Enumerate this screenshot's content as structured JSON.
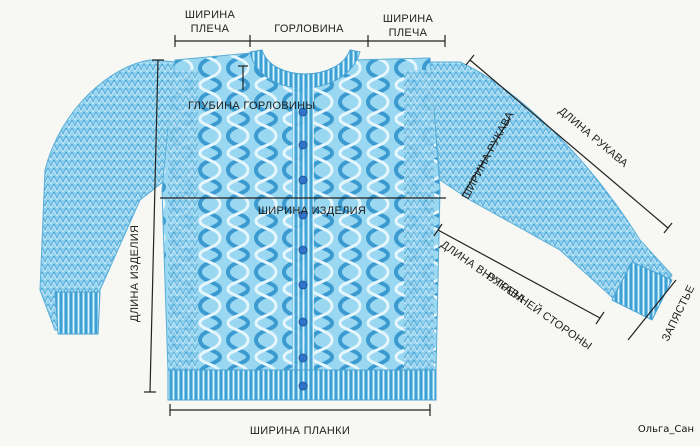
{
  "labels": {
    "shoulder_width_left": {
      "line1": "ШИРИНА",
      "line2": "ПЛЕЧА"
    },
    "neckline": "ГОРЛОВИНА",
    "shoulder_width_right": {
      "line1": "ШИРИНА",
      "line2": "ПЛЕЧА"
    },
    "neck_depth": "ГЛУБИНА ГОРЛОВИНЫ",
    "body_width": "ШИРИНА ИЗДЕЛИЯ",
    "body_length": "ДЛИНА ИЗДЕЛИЯ",
    "waistband_width": "ШИРИНА ПЛАНКИ",
    "sleeve_length": "ДЛИНА РУКАВА",
    "sleeve_width": "ШИРИНА РУКАВА",
    "inner_sleeve_length": {
      "line1": "ДЛИНА ВНУТРЕННЕЙ СТОРОНЫ",
      "line2": "РУКАВА"
    },
    "wrist": "ЗАПЯСТЬЕ"
  },
  "watermark": "Ольга_Сан"
}
